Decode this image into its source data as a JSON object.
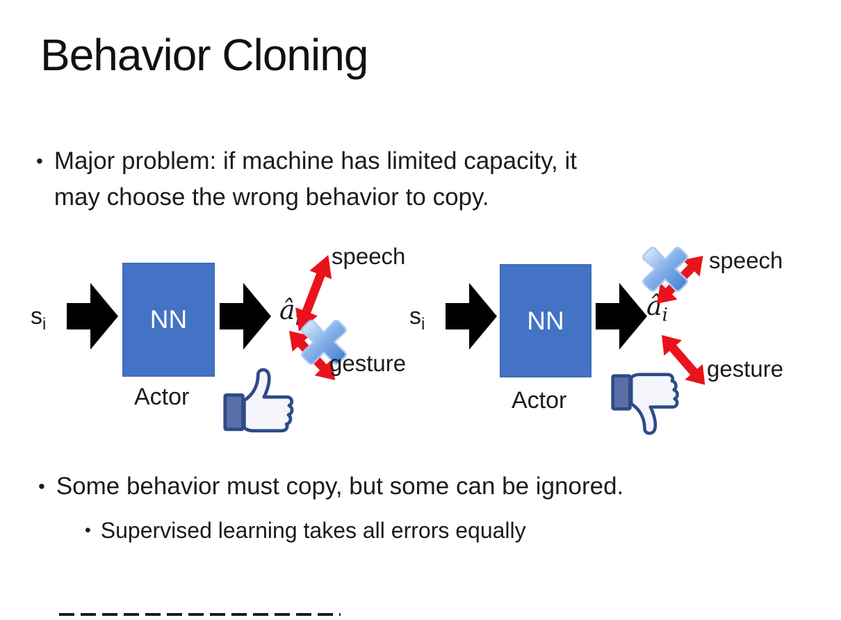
{
  "title": "Behavior Cloning",
  "bullet1": {
    "lines": [
      "Major problem: if machine has limited capacity, it",
      "may choose the wrong behavior to copy."
    ]
  },
  "bullet2": {
    "text": "Some behavior must copy, but some can be ignored."
  },
  "bullet2_sub": {
    "text": "Supervised learning takes all errors equally"
  },
  "diagrams": [
    {
      "side": "left",
      "input": "s",
      "input_sub": "i",
      "network": "NN",
      "output": "â",
      "output_sub": "i",
      "action_top": "speech",
      "action_bottom": "gesture",
      "actor": "Actor",
      "crossed_out": "gesture",
      "feedback_icon": "thumbs-up"
    },
    {
      "side": "right",
      "input": "s",
      "input_sub": "i",
      "network": "NN",
      "output": "â",
      "output_sub": "i",
      "action_top": "speech",
      "action_bottom": "gesture",
      "actor": "Actor",
      "crossed_out": "speech",
      "feedback_icon": "thumbs-down"
    }
  ],
  "colors": {
    "network_box": "#4472C4",
    "network_text": "#ffffff",
    "flow_arrow": "#000000",
    "action_arrow_red": "#e9141b",
    "cross_blue": "#4a8ede",
    "thumb_outline": "#2e4a87",
    "thumb_cuff": "#5a6fa5",
    "text": "#1b1b1b"
  }
}
